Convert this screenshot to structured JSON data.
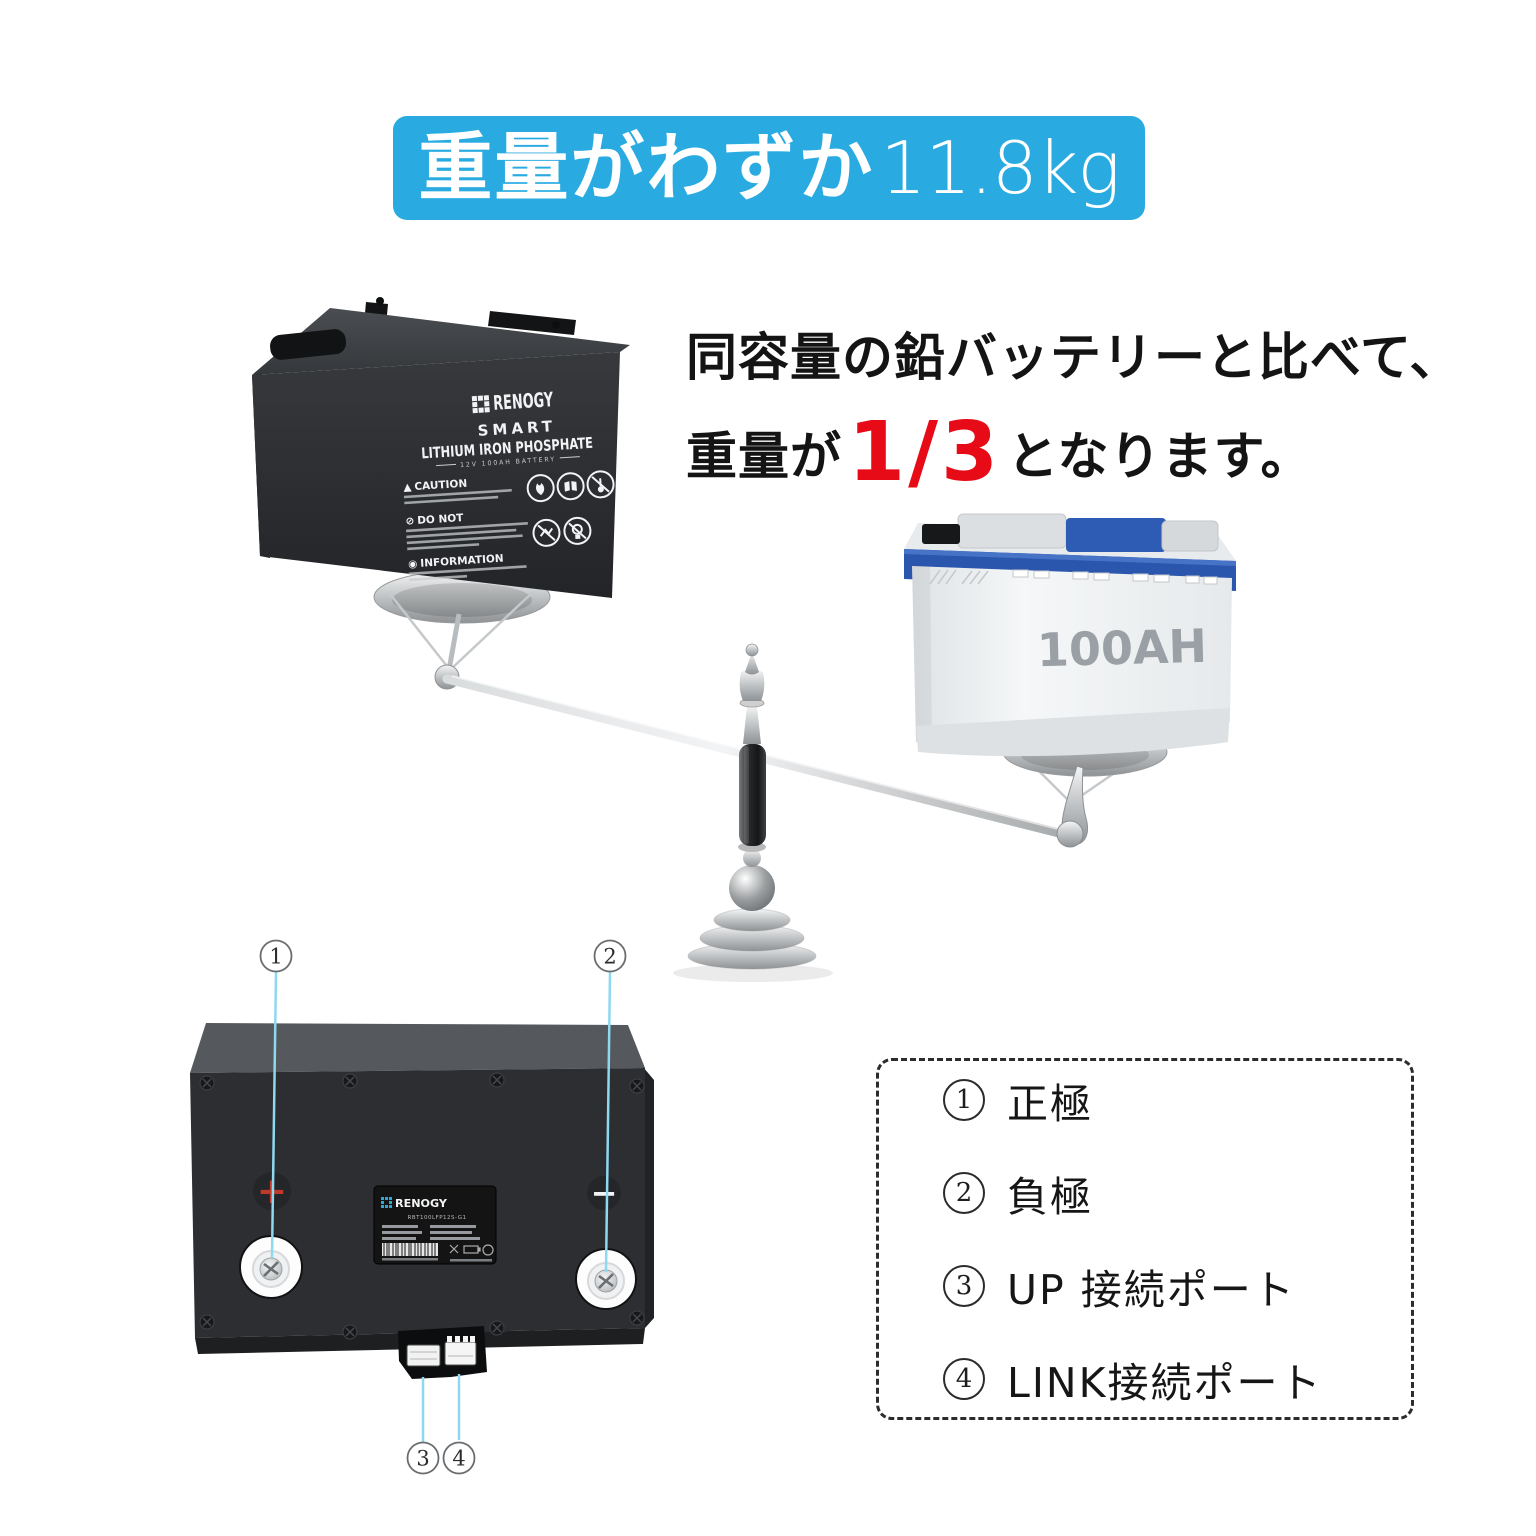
{
  "banner": {
    "title_jp": "重量がわずか",
    "weight": "11.8kg",
    "bg_color": "#29abe2",
    "text_color": "#ffffff"
  },
  "comparison": {
    "line1": "同容量の鉛バッテリーと比べて、",
    "line2_prefix": "重量が",
    "line2_highlight": "1/3",
    "line2_suffix": "となります。",
    "highlight_color": "#e60b16"
  },
  "lithium_battery": {
    "brand": "RENOGY",
    "name_line1": "SMART",
    "name_line2": "LITHIUM IRON PHOSPHATE",
    "subtitle": "12V  100AH  BATTERY",
    "caution_icon": "▲",
    "caution_heading": "CAUTION",
    "do_not_icon": "⊘",
    "do_not_heading": "DO NOT",
    "info_icon": "◉",
    "info_heading": "INFORMATION"
  },
  "lead_battery": {
    "capacity": "100AH"
  },
  "port_diagram": {
    "positive_mark": "+",
    "negative_mark": "−",
    "label": {
      "brand": "RENOGY",
      "model": "RBT100LFP12S-G1"
    },
    "callout_1": "1",
    "callout_2": "2",
    "callout_3": "3",
    "callout_4": "4"
  },
  "legend": {
    "items": [
      {
        "num": "1",
        "label": "正極"
      },
      {
        "num": "2",
        "label": "負極"
      },
      {
        "num": "3",
        "label": "UP 接続ポート"
      },
      {
        "num": "4",
        "label": "LINK接続ポート"
      }
    ]
  },
  "colors": {
    "callout_line": "#8ed8f0",
    "lead_battery_blue": "#2b56ae",
    "banner_bg": "#29abe2",
    "highlight_red": "#e60b16"
  }
}
